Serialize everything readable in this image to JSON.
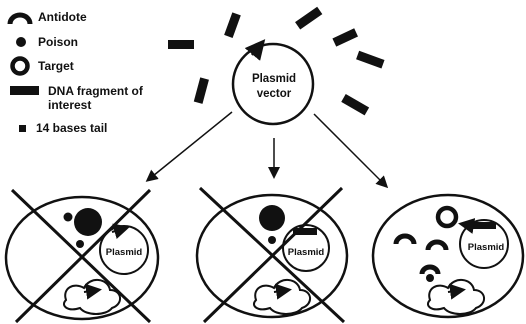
{
  "legend": {
    "antidote": "Antidote",
    "poison": "Poison",
    "target": "Target",
    "dna_fragment": "DNA fragment of interest",
    "tail": "14 bases tail"
  },
  "vector": {
    "line1": "Plasmid",
    "line2": "vector"
  },
  "cells": {
    "left_plasmid": "Plasmid",
    "middle_plasmid": "Plasmid",
    "right_plasmid": "Plasmid"
  }
}
